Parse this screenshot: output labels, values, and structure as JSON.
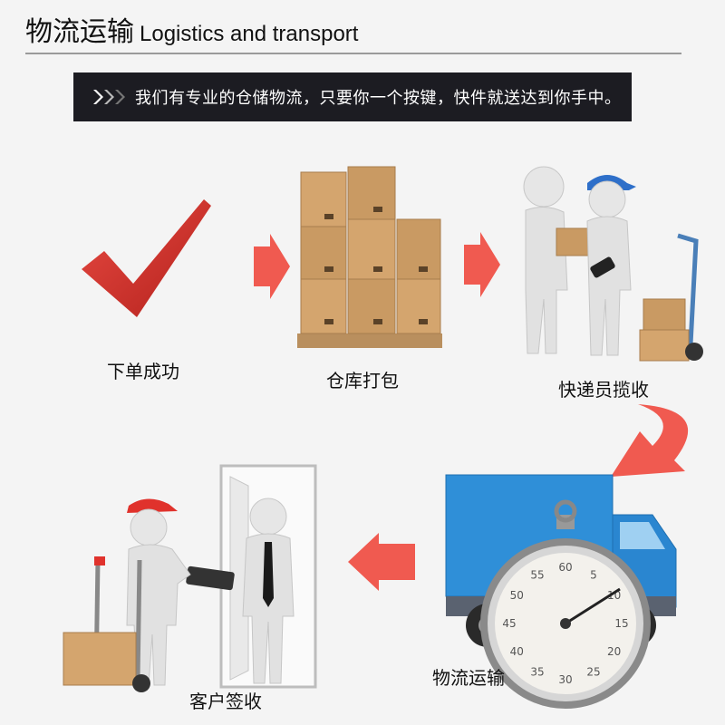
{
  "header": {
    "title_cn": "物流运输",
    "title_en": "Logistics and transport"
  },
  "banner": {
    "text": "我们有专业的仓储物流，只要你一个按键，快件就送达到你手中。",
    "icon": "triple-chevron-right-icon"
  },
  "steps": [
    {
      "label": "下单成功",
      "icon": "checkmark-icon"
    },
    {
      "label": "仓库打包",
      "icon": "stacked-boxes-icon"
    },
    {
      "label": "快递员揽收",
      "icon": "courier-pickup-icon"
    },
    {
      "label": "物流运输",
      "icon": "truck-stopwatch-icon"
    },
    {
      "label": "客户签收",
      "icon": "customer-signing-icon"
    }
  ],
  "stopwatch": {
    "numbers": [
      "60",
      "5",
      "10",
      "15",
      "20",
      "25",
      "30",
      "35",
      "40",
      "45",
      "50",
      "55"
    ]
  },
  "colors": {
    "accent_red": "#e8473f",
    "banner_bg": "#1c1c22",
    "truck_blue": "#2f8fd8",
    "box_brown": "#c99a63"
  }
}
